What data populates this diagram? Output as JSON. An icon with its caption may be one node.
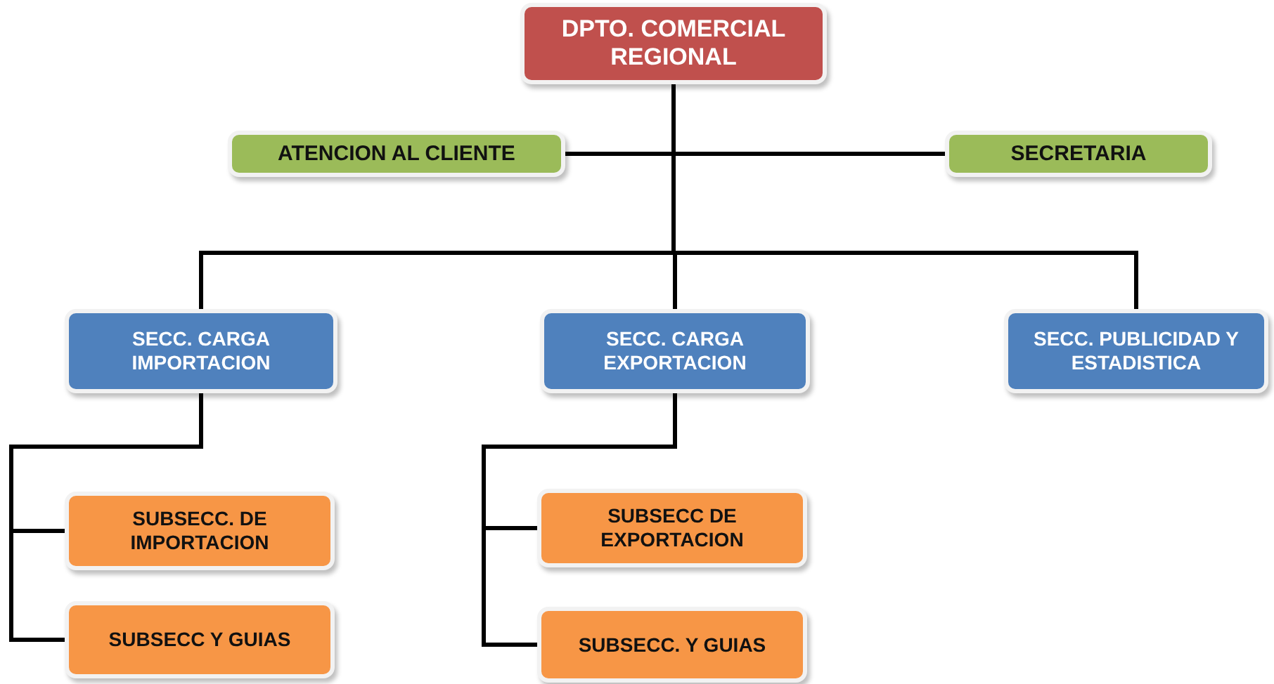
{
  "diagram": {
    "nodes": [
      {
        "text": [
          "DPTO. COMERCIAL REGIONAL"
        ]
      },
      {
        "text": [
          "ATENCION AL CLIENTE"
        ]
      },
      {
        "text": [
          "SECRETARIA"
        ]
      },
      {
        "text": [
          "SECC. CARGA IMPORTACION"
        ]
      },
      {
        "text": [
          "SECC. CARGA EXPORTACION"
        ]
      },
      {
        "text": [
          "SECC. PUBLICIDAD Y ESTADISTICA"
        ]
      },
      {
        "text": [
          "SUBSECC. DE IMPORTACION"
        ]
      },
      {
        "text": [
          "SUBSECC Y GUIAS"
        ]
      },
      {
        "text": [
          "SUBSECC DE EXPORTACION"
        ]
      },
      {
        "text": [
          "SUBSECC. Y GUIAS"
        ]
      }
    ],
    "edges": [
      {
        "from": 0,
        "to": 1,
        "arrow": "none"
      },
      {
        "from": 0,
        "to": 2,
        "arrow": "none"
      },
      {
        "from": 0,
        "to": 3,
        "arrow": "none"
      },
      {
        "from": 0,
        "to": 4,
        "arrow": "none"
      },
      {
        "from": 0,
        "to": 5,
        "arrow": "none"
      },
      {
        "from": 3,
        "to": 6,
        "arrow": "none"
      },
      {
        "from": 3,
        "to": 7,
        "arrow": "none"
      },
      {
        "from": 4,
        "to": 8,
        "arrow": "none"
      },
      {
        "from": 4,
        "to": 9,
        "arrow": "none"
      }
    ]
  }
}
